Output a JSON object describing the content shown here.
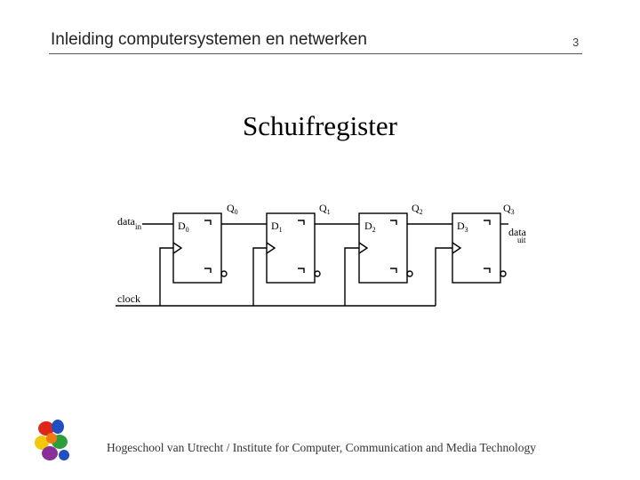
{
  "header": {
    "title": "Inleiding computersystemen en netwerken",
    "page_number": "3"
  },
  "slide": {
    "title": "Schuifregister"
  },
  "diagram": {
    "flipflops": [
      {
        "d_main": "D",
        "d_sub": "0",
        "q_main": "Q",
        "q_sub": "0"
      },
      {
        "d_main": "D",
        "d_sub": "1",
        "q_main": "Q",
        "q_sub": "1"
      },
      {
        "d_main": "D",
        "d_sub": "2",
        "q_main": "Q",
        "q_sub": "2"
      },
      {
        "d_main": "D",
        "d_sub": "3",
        "q_main": "Q",
        "q_sub": "3"
      }
    ],
    "input_main": "data",
    "input_sub": "in",
    "output_main": "data",
    "output_sub": "uit",
    "clock_label": "clock"
  },
  "footer": {
    "text": "Hogeschool van Utrecht / Institute for Computer, Communication and Media Technology"
  },
  "colors": {
    "logo_red": "#e0261b",
    "logo_blue": "#1f4fc0",
    "logo_yellow": "#f2c80f",
    "logo_green": "#2e9e3a",
    "logo_purple": "#8a2f9a",
    "logo_orange": "#f07a12"
  }
}
